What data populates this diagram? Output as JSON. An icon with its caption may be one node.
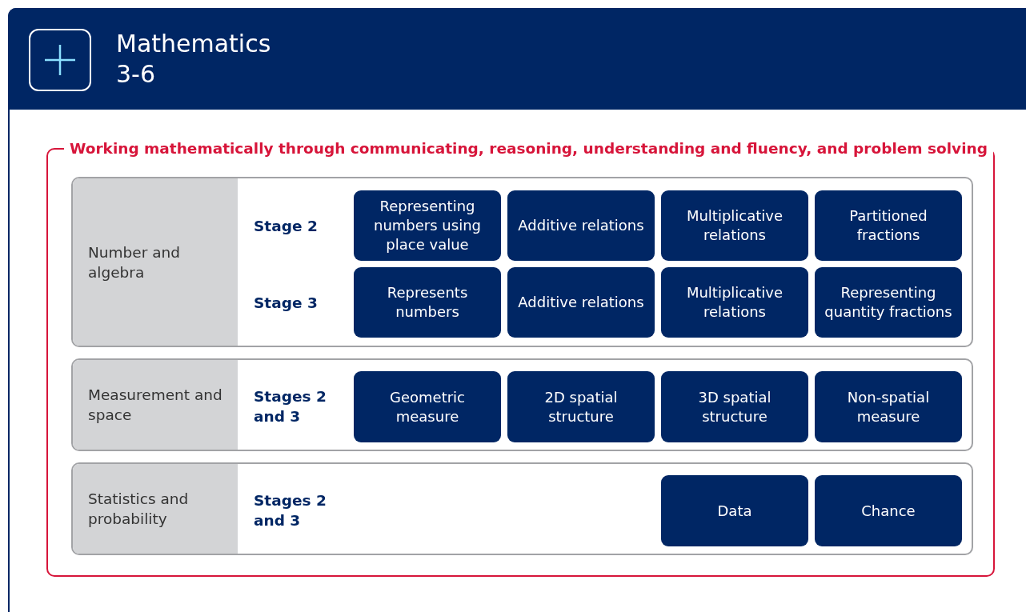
{
  "diagram": {
    "title": "Mathematics 3-6",
    "nodes": [
      {
        "text": [
          "Working mathematically through communicating, reasoning, understanding and fluency, and problem solving"
        ]
      },
      {
        "text": [
          "Number and algebra",
          "Stage 2",
          "Stage 3"
        ],
        "in": 0
      },
      {
        "text": [
          "Representing numbers using place value"
        ],
        "in": 1
      },
      {
        "text": [
          "Additive relations"
        ],
        "in": 1
      },
      {
        "text": [
          "Multiplicative relations"
        ],
        "in": 1
      },
      {
        "text": [
          "Partitioned fractions"
        ],
        "in": 1
      },
      {
        "text": [
          "Represents numbers"
        ],
        "in": 1
      },
      {
        "text": [
          "Additive relations"
        ],
        "in": 1
      },
      {
        "text": [
          "Multiplicative relations"
        ],
        "in": 1
      },
      {
        "text": [
          "Representing quantity fractions"
        ],
        "in": 1
      },
      {
        "text": [
          "Measurement and space",
          "Stages 2 and 3"
        ],
        "in": 0
      },
      {
        "text": [
          "Geometric measure"
        ],
        "in": 10
      },
      {
        "text": [
          "2D spatial structure"
        ],
        "in": 10
      },
      {
        "text": [
          "3D spatial structure"
        ],
        "in": 10
      },
      {
        "text": [
          "Non-spatial measure"
        ],
        "in": 10
      },
      {
        "text": [
          "Statistics and probability",
          "Stages 2 and 3"
        ],
        "in": 0
      },
      {
        "text": [
          "Data"
        ],
        "in": 15
      },
      {
        "text": [
          "Chance"
        ],
        "in": 15
      }
    ]
  }
}
